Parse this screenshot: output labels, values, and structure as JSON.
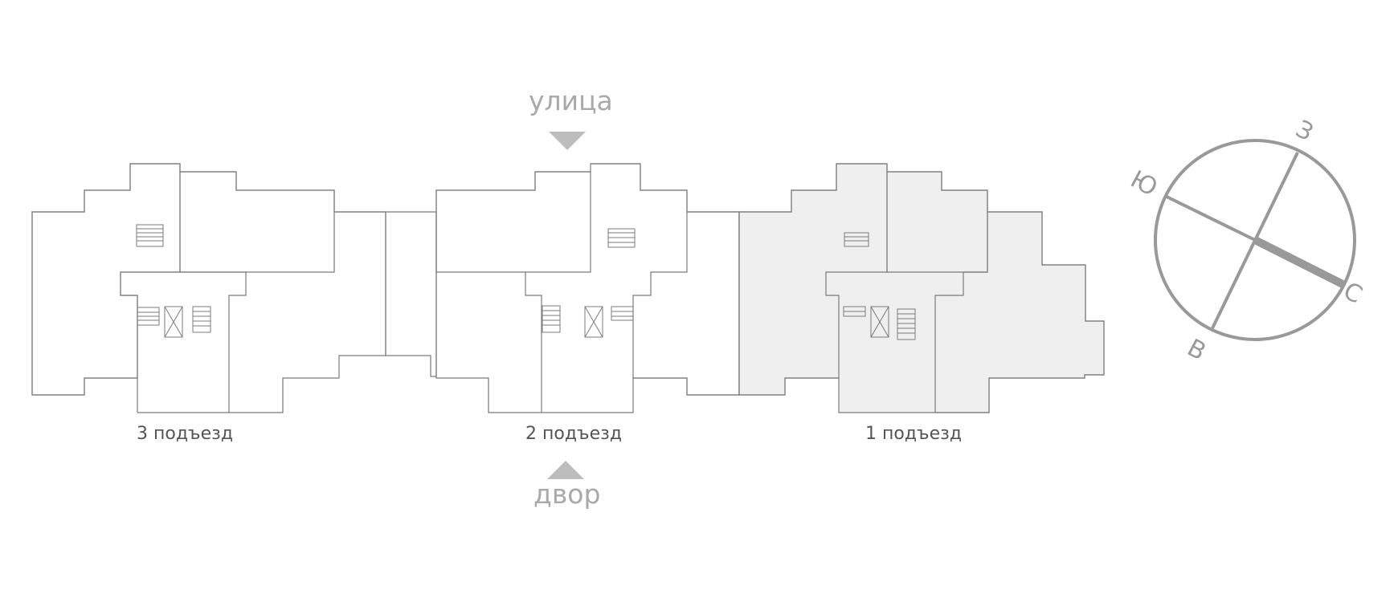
{
  "labels": {
    "street": "улица",
    "yard": "двор"
  },
  "entrances": [
    {
      "label": "3 подъезд",
      "highlighted": false
    },
    {
      "label": "2 подъезд",
      "highlighted": false
    },
    {
      "label": "1 подъезд",
      "highlighted": true
    }
  ],
  "compass": {
    "south": "Ю",
    "west": "З",
    "north": "С",
    "east": "В"
  },
  "colors": {
    "outline": "#7b7b7b",
    "highlight_fill": "#efefef",
    "side_label": "#a9a9a9",
    "compass": "#999999"
  }
}
